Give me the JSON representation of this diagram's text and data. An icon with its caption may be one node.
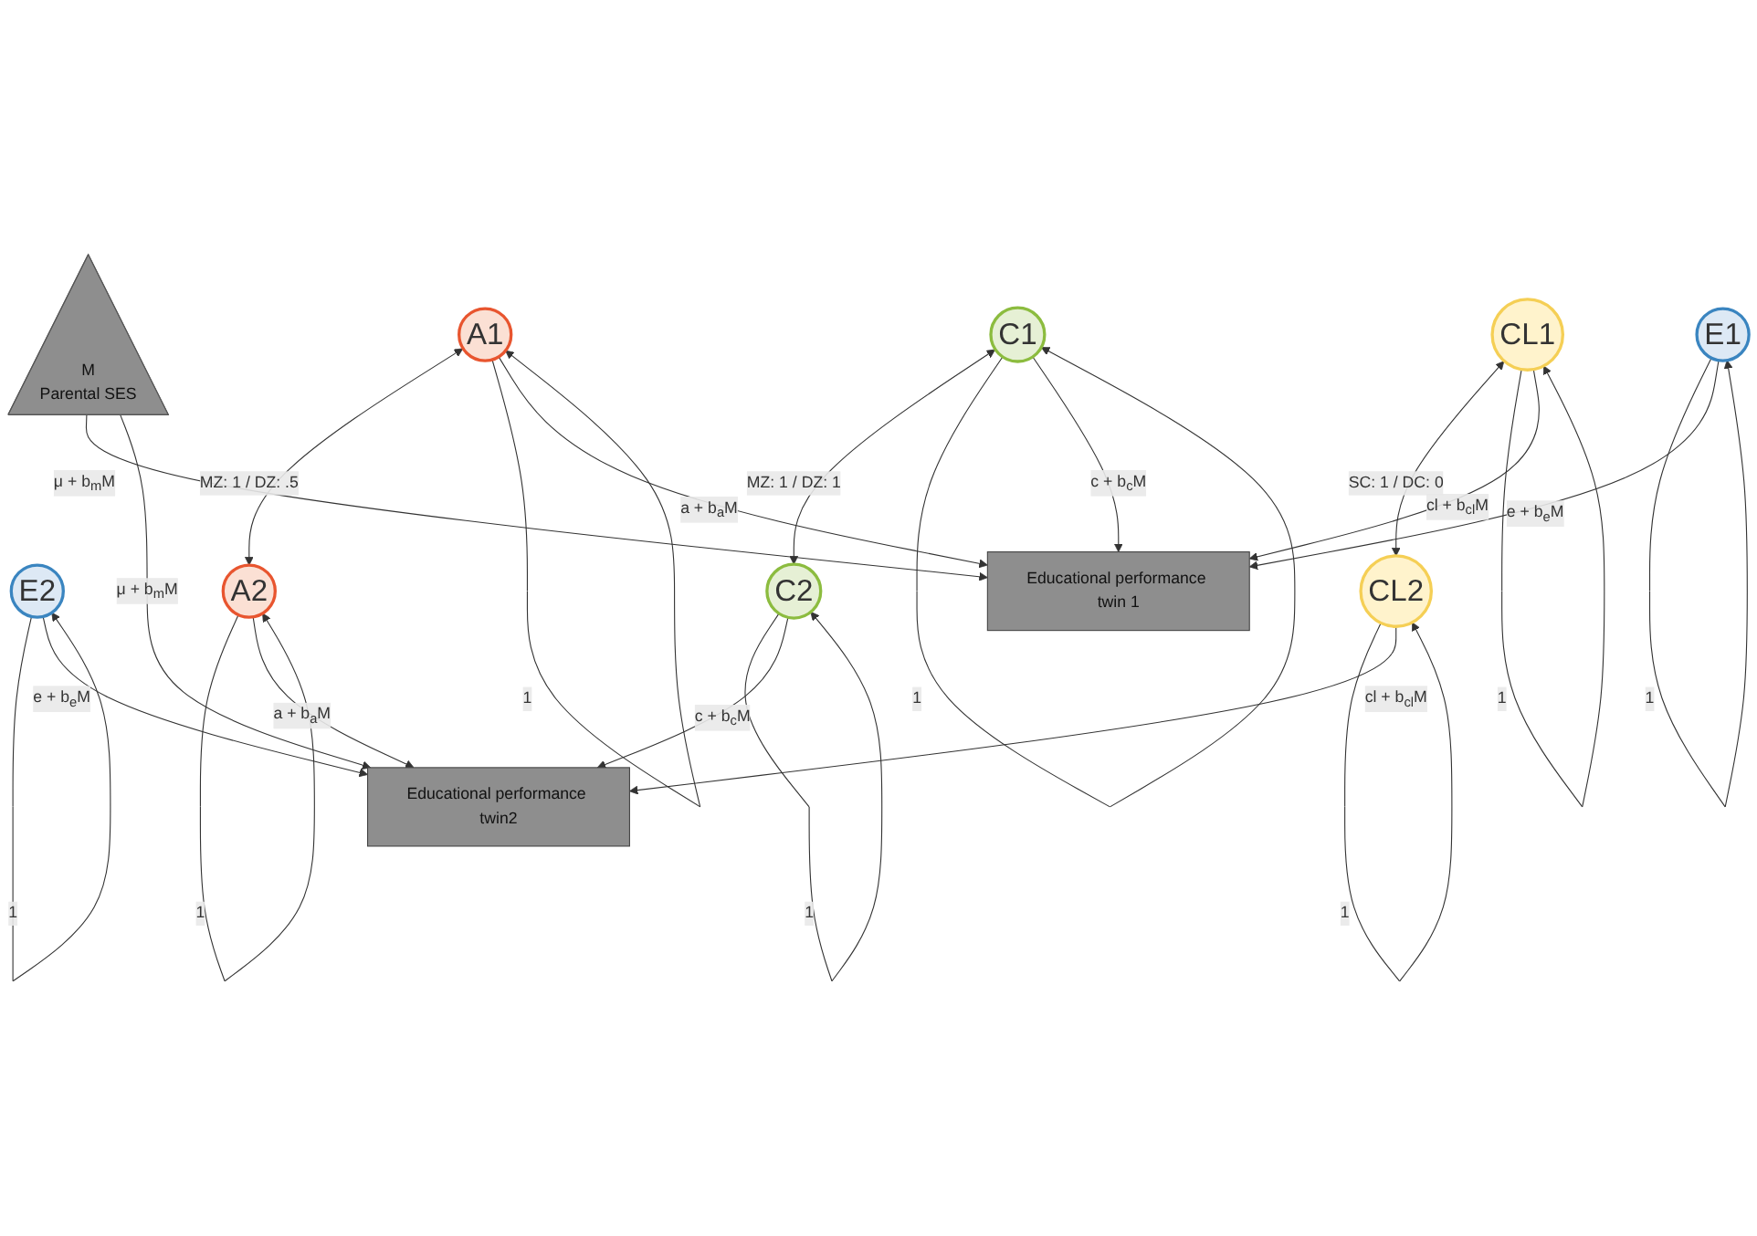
{
  "diagram": {
    "nodes": [
      {
        "text": [
          "A1"
        ]
      },
      {
        "text": [
          "C1"
        ]
      },
      {
        "text": [
          "CL1"
        ]
      },
      {
        "text": [
          "E1"
        ]
      },
      {
        "text": [
          "E2"
        ]
      },
      {
        "text": [
          "CL2"
        ]
      },
      {
        "text": [
          "C2"
        ]
      },
      {
        "text": [
          "A2"
        ]
      },
      {
        "text": [
          "Educational performance twin 1"
        ]
      },
      {
        "text": [
          "Educational performance twin2"
        ]
      },
      {
        "text": [
          "M",
          "Parental SES"
        ]
      }
    ],
    "edges": [
      {
        "from": 0,
        "to": 7,
        "arrow": "both",
        "label": "MZ: 1 / DZ: .5"
      },
      {
        "from": 1,
        "to": 6,
        "arrow": "both",
        "label": "MZ: 1 / DZ: 1"
      },
      {
        "from": 2,
        "to": 5,
        "arrow": "both",
        "label": "SC: 1 / DC: 0"
      },
      {
        "from": 0,
        "to": 0,
        "arrow": "to",
        "label": "1"
      },
      {
        "from": 1,
        "to": 1,
        "arrow": "to",
        "label": "1"
      },
      {
        "from": 2,
        "to": 2,
        "arrow": "to",
        "label": "1"
      },
      {
        "from": 3,
        "to": 3,
        "arrow": "to",
        "label": "1"
      },
      {
        "from": 4,
        "to": 4,
        "arrow": "to",
        "label": "1"
      },
      {
        "from": 5,
        "to": 5,
        "arrow": "to",
        "label": "1"
      },
      {
        "from": 6,
        "to": 6,
        "arrow": "to",
        "label": "1"
      },
      {
        "from": 7,
        "to": 7,
        "arrow": "to",
        "label": "1"
      },
      {
        "from": 0,
        "to": 8,
        "arrow": "to",
        "label": "a + b$_{a}$M"
      },
      {
        "from": 1,
        "to": 8,
        "arrow": "to",
        "label": "c + b$_{c}$M"
      },
      {
        "from": 2,
        "to": 8,
        "arrow": "to",
        "label": "cl + b$_{cl}$M"
      },
      {
        "from": 3,
        "to": 8,
        "arrow": "to",
        "label": "e + b$_{e}$M"
      },
      {
        "from": 4,
        "to": 9,
        "arrow": "to",
        "label": "e + b$_{e}$M"
      },
      {
        "from": 5,
        "to": 9,
        "arrow": "to",
        "label": "cl + b$_{cl}$M"
      },
      {
        "from": 6,
        "to": 9,
        "arrow": "to",
        "label": "c + b$_{c}$M"
      },
      {
        "from": 7,
        "to": 9,
        "arrow": "to",
        "label": "a + b$_{a}$M"
      },
      {
        "from": 10,
        "to": 8,
        "arrow": "to",
        "label": "μ + b$_{m}$M"
      },
      {
        "from": 10,
        "to": 9,
        "arrow": "to",
        "label": "μ + b$_{m}$M"
      }
    ]
  }
}
